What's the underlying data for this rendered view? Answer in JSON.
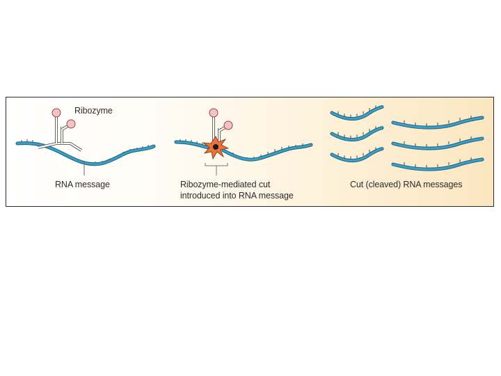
{
  "figure": {
    "labels": {
      "ribozyme": "Ribozyme",
      "rna_message": "RNA message",
      "cut_line1": "Ribozyme-mediated cut",
      "cut_line2": "introduced into RNA message",
      "cleaved": "Cut (cleaved) RNA messages"
    },
    "colors": {
      "rna_fill": "#3b9fc7",
      "rna_outline": "#1d5f7a",
      "ribozyme_strand": "#ffffff",
      "loop_fill": "#f5c2c2",
      "loop_outline": "#8a4a4a",
      "cut_burst": "#e8743a",
      "cut_center": "#1a1a1a"
    }
  }
}
